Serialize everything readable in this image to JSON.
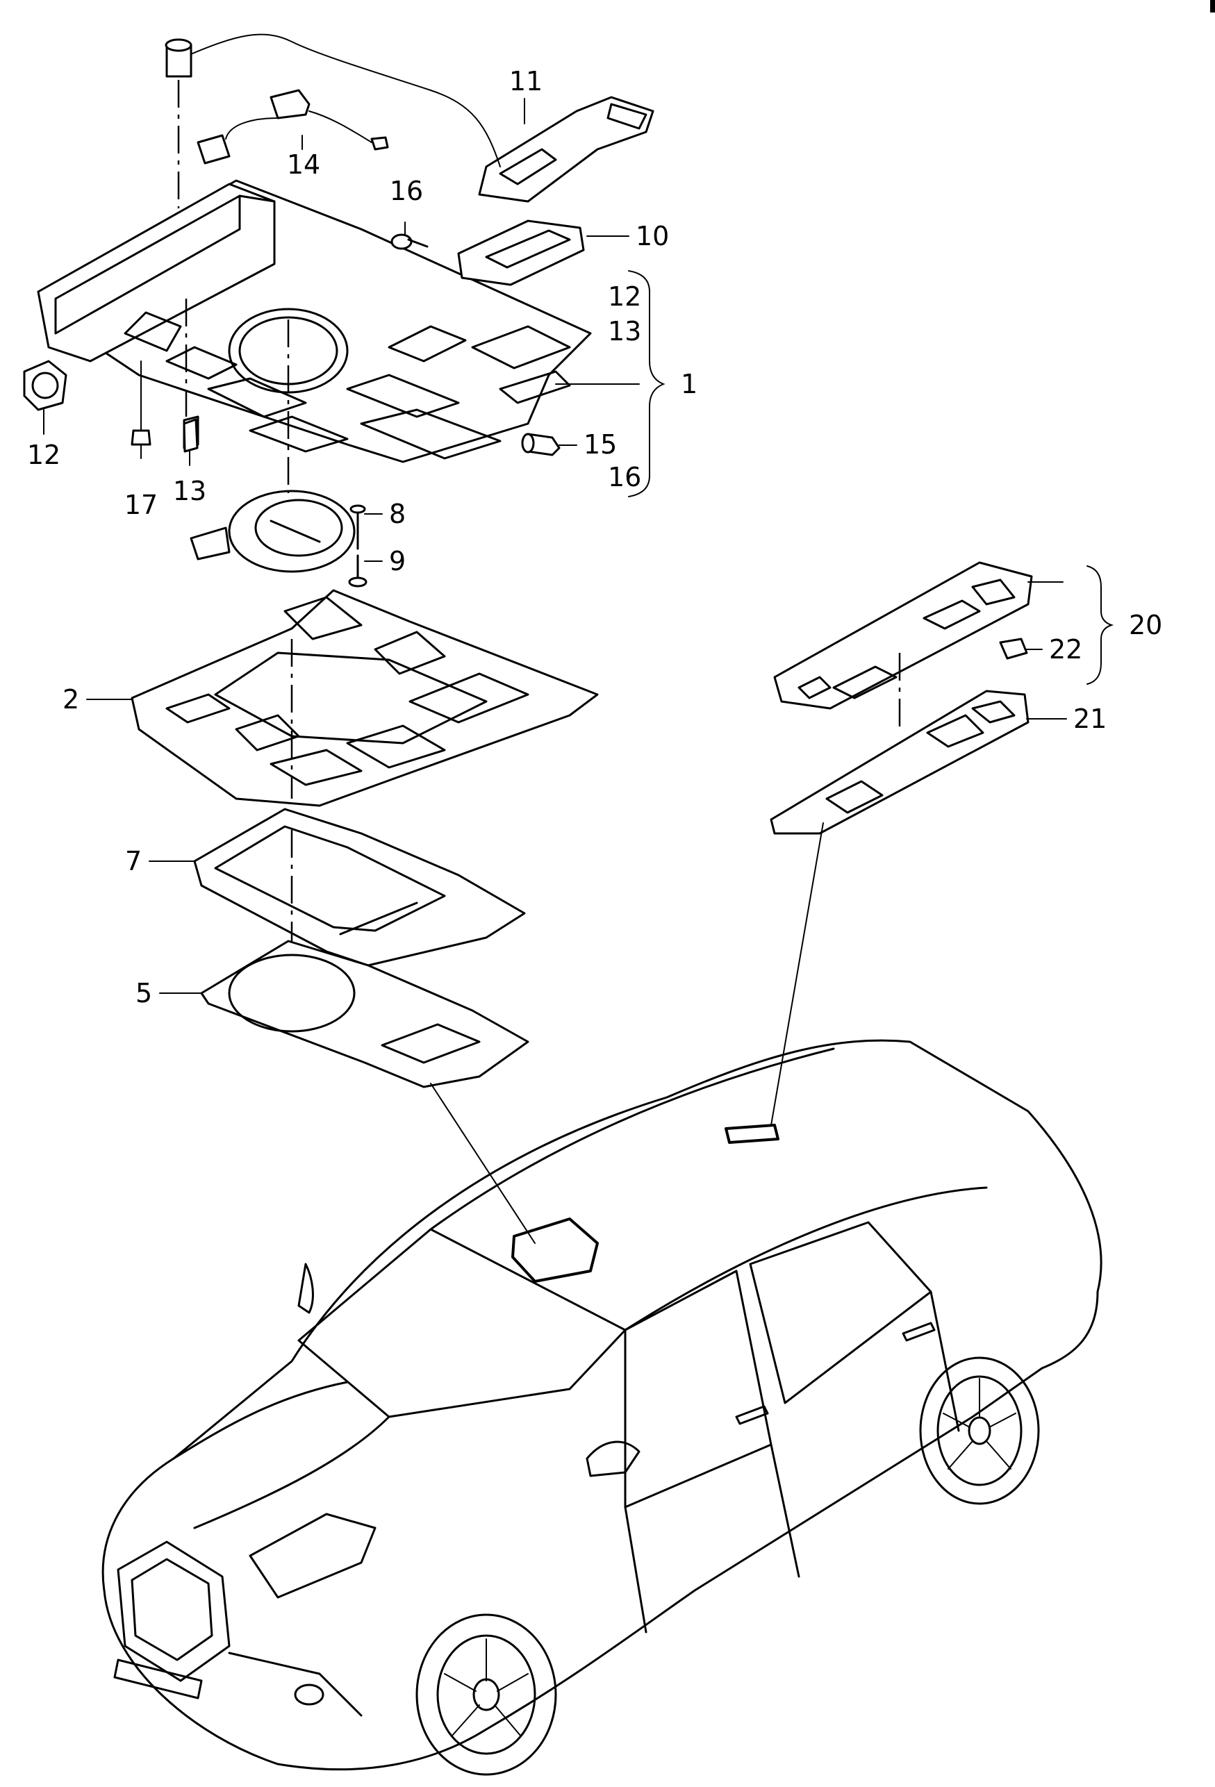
{
  "callouts": [
    {
      "id": "c1",
      "text": "1"
    },
    {
      "id": "c2",
      "text": "2"
    },
    {
      "id": "c5",
      "text": "5"
    },
    {
      "id": "c7",
      "text": "7"
    },
    {
      "id": "c8",
      "text": "8"
    },
    {
      "id": "c9",
      "text": "9"
    },
    {
      "id": "c10",
      "text": "10"
    },
    {
      "id": "c11",
      "text": "11"
    },
    {
      "id": "c12a",
      "text": "12"
    },
    {
      "id": "c12b",
      "text": "12"
    },
    {
      "id": "c13a",
      "text": "13"
    },
    {
      "id": "c13b",
      "text": "13"
    },
    {
      "id": "c14",
      "text": "14"
    },
    {
      "id": "c15",
      "text": "15"
    },
    {
      "id": "c16a",
      "text": "16"
    },
    {
      "id": "c16b",
      "text": "16"
    },
    {
      "id": "c17",
      "text": "17"
    },
    {
      "id": "c20",
      "text": "20"
    },
    {
      "id": "c21",
      "text": "21"
    },
    {
      "id": "c22",
      "text": "22"
    }
  ]
}
